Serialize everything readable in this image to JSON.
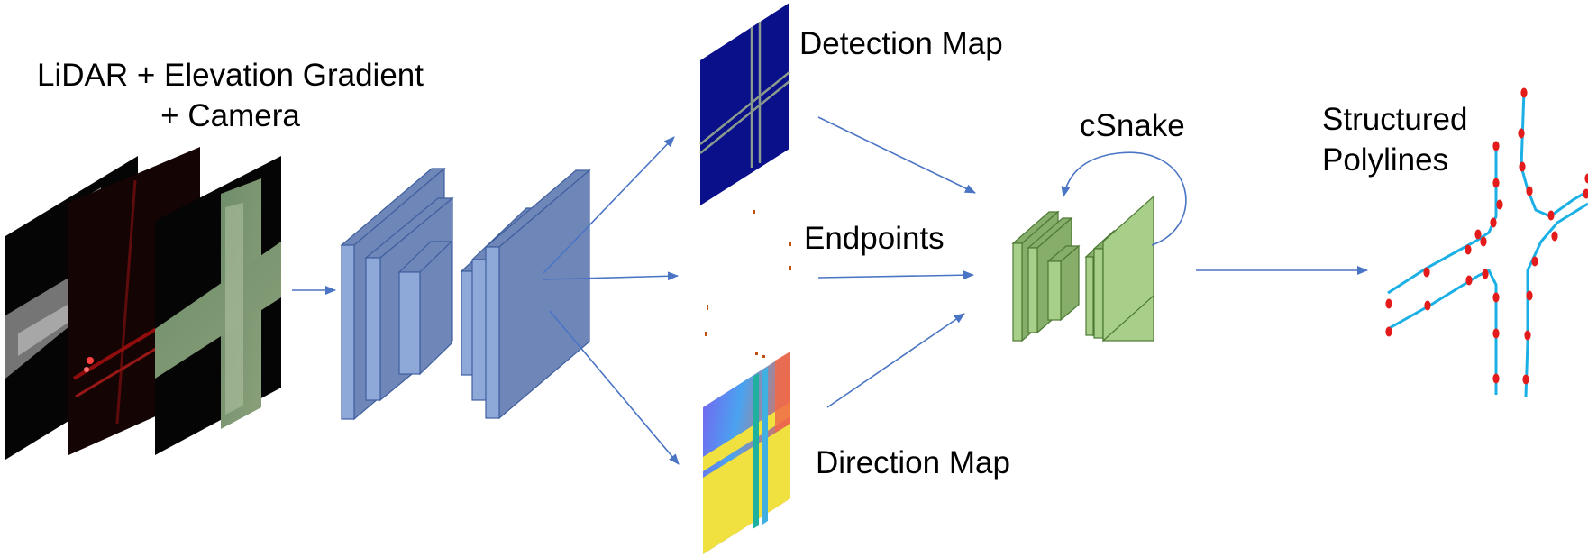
{
  "labels": {
    "input_line1": "LiDAR + Elevation Gradient",
    "input_line2": "+ Camera",
    "detection": "Detection Map",
    "endpoints": "Endpoints",
    "direction": "Direction Map",
    "csnake": "cSnake",
    "output_line1": "Structured",
    "output_line2": "Polylines"
  },
  "colors": {
    "encoder_face": "#8ea8d8",
    "encoder_side": "#6f86b8",
    "encoder_edge": "#3f5f9f",
    "csnake_face": "#a8cf8a",
    "csnake_side": "#86ad6a",
    "csnake_edge": "#4d7a35",
    "arrow": "#4a74c4",
    "polyline": "#1ab0e6",
    "vertex": "#e41b1b",
    "detection_bg": "#0a0f8a",
    "detection_line": "#8a9a8c"
  }
}
